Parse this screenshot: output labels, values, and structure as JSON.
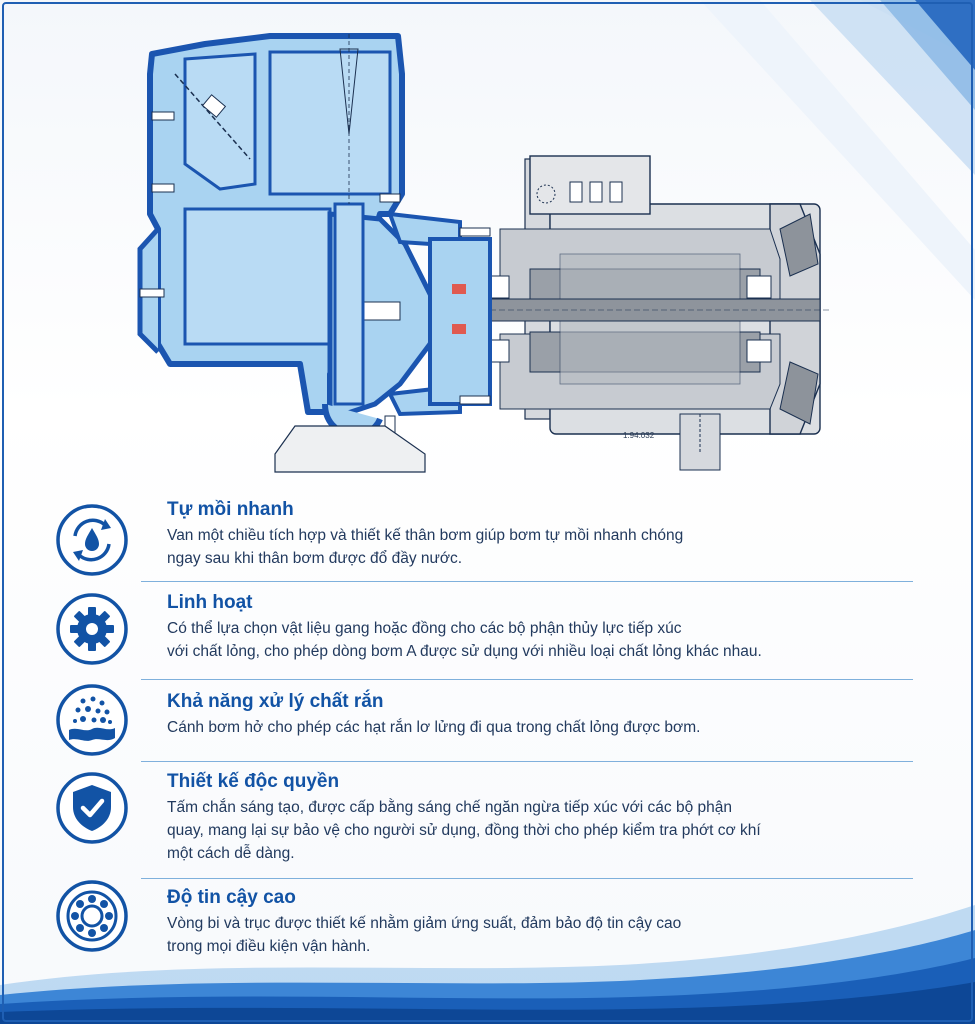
{
  "diagram": {
    "drawing_number": "1.94.032"
  },
  "features": [
    {
      "title": "Tự mồi nhanh",
      "desc_lines": [
        "Van một chiều tích hợp và thiết kế thân bơm giúp bơm tự mồi nhanh chóng",
        "ngay sau khi thân bơm được đổ đầy nước."
      ],
      "icon": "water-drop-cycle-icon"
    },
    {
      "title": "Linh hoạt",
      "desc_lines": [
        "Có thể lựa chọn vật liệu gang hoặc đồng cho các bộ phận thủy lực tiếp xúc",
        "với chất lỏng, cho phép dòng bơm A được sử dụng với nhiều loại chất lỏng khác nhau."
      ],
      "icon": "gear-icon"
    },
    {
      "title": "Khả năng xử lý chất rắn",
      "desc_lines": [
        "Cánh bơm hở cho phép các hạt rắn lơ lửng đi qua trong chất lỏng được bơm."
      ],
      "icon": "solid-particles-icon"
    },
    {
      "title": "Thiết kế độc quyền",
      "desc_lines": [
        "Tấm chắn sáng tạo, được cấp bằng sáng chế ngăn ngừa tiếp xúc với các bộ phận",
        "quay, mang lại sự bảo vệ cho người sử dụng, đồng thời cho phép kiểm tra phớt cơ khí",
        "một cách dễ dàng."
      ],
      "icon": "shield-check-icon"
    },
    {
      "title": "Độ tin cậy cao",
      "desc_lines": [
        "Vòng bi và trục được thiết kế nhằm giảm ứng suất, đảm bảo độ tin cậy cao",
        "trong mọi điều kiện vận hành."
      ],
      "icon": "bearing-icon"
    }
  ],
  "colors": {
    "primary_blue": "#1253a5",
    "pump_fill": "#a9d3f1",
    "pump_outline": "#1b55b0",
    "motor_fill": "#d6d9de",
    "text_dark": "#223a5e"
  }
}
